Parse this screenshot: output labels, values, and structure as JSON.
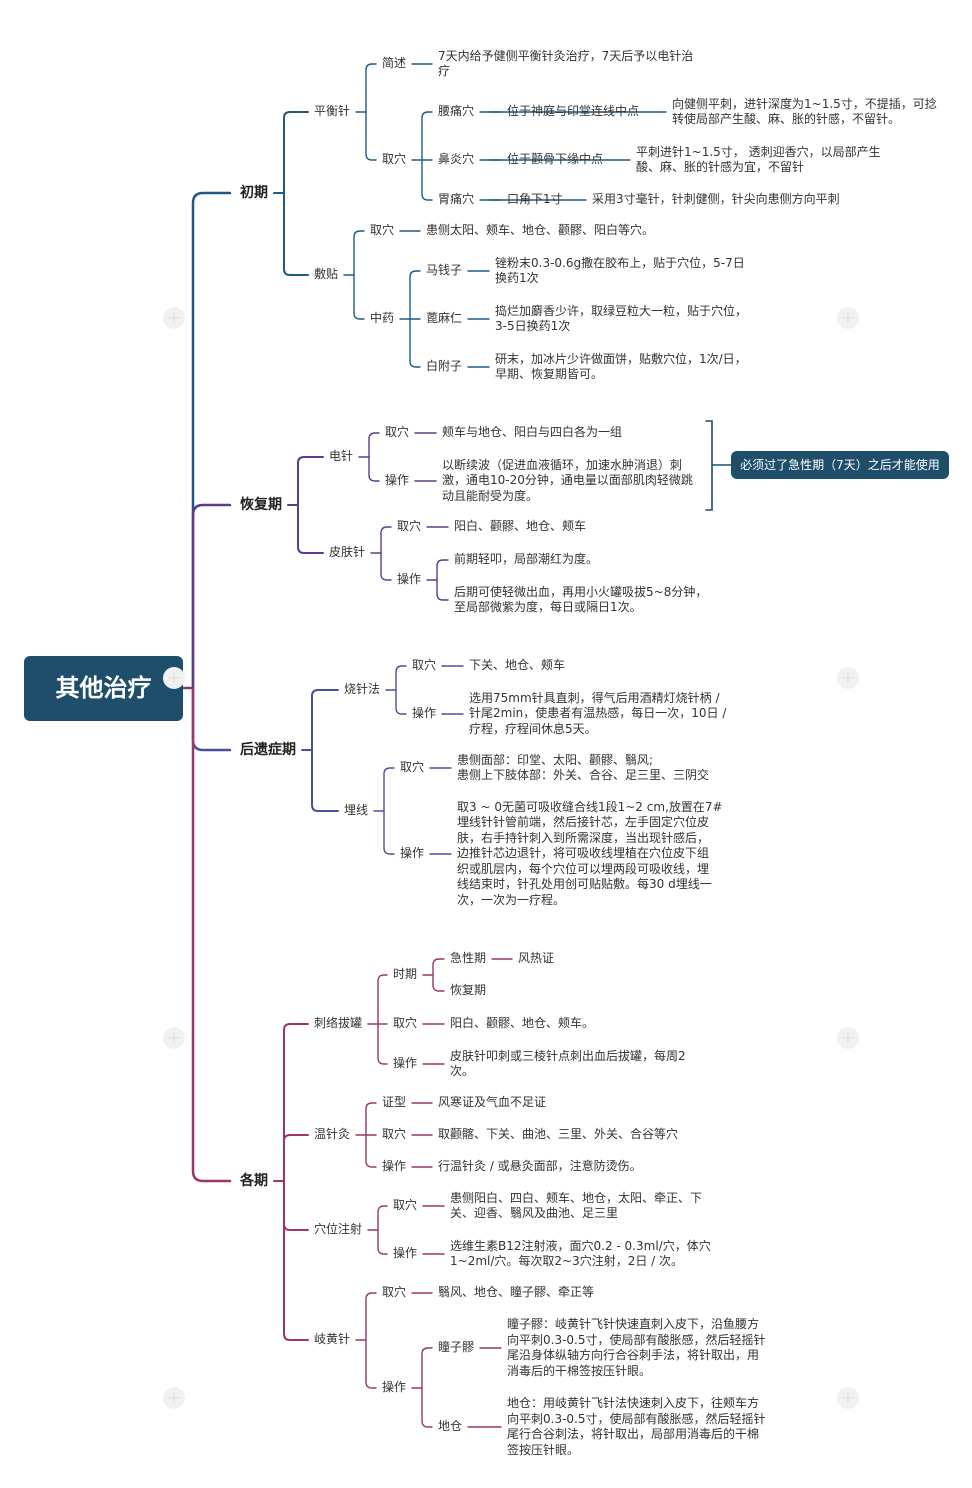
{
  "root": "其他治疗",
  "note": "必须过了急性期（7天）之后才能使用",
  "nodes": {
    "p1": "初期",
    "p1_a": "平衡针",
    "p1_a_1": "简述",
    "p1_a_1_t": "7天内给予健侧平衡针灸治疗，7天后予以电针治\n疗",
    "p1_a_2": "取穴",
    "p1_a_2_1": "腰痛穴",
    "p1_a_2_1_a": "位于神庭与印堂连线中点",
    "p1_a_2_1_b": "向健侧平刺，进针深度为1~1.5寸，不提插，可捻\n转使局部产生酸、麻、胀的针感，不留针。",
    "p1_a_2_2": "鼻炎穴",
    "p1_a_2_2_a": "位于颧骨下缘中点",
    "p1_a_2_2_b": "平刺进针1~1.5寸， 透刺迎香穴，以局部产生\n酸、麻、胀的针感为宜，不留针",
    "p1_a_2_3": "胃痛穴",
    "p1_a_2_3_a": "口角下1寸",
    "p1_a_2_3_b": "采用3寸毫针，针刺健侧，针尖向患侧方向平刺",
    "p1_b": "敷贴",
    "p1_b_1": "取穴",
    "p1_b_1_t": "患侧太阳、颊车、地仓、颧髎、阳白等穴。",
    "p1_b_2": "中药",
    "p1_b_2_1": "马钱子",
    "p1_b_2_1_t": "锉粉末0.3-0.6g撒在胶布上，贴于穴位，5-7日\n换药1次",
    "p1_b_2_2": "蓖麻仁",
    "p1_b_2_2_t": "捣烂加麝香少许，取绿豆粒大一粒，贴于穴位，\n3-5日换药1次",
    "p1_b_2_3": "白附子",
    "p1_b_2_3_t": "研末，加冰片少许做面饼，贴敷穴位，1次/日，\n早期、恢复期皆可。",
    "p2": "恢复期",
    "p2_a": "电针",
    "p2_a_1": "取穴",
    "p2_a_1_t": "颊车与地仓、阳白与四白各为一组",
    "p2_a_2": "操作",
    "p2_a_2_t": "以断续波（促进血液循环，加速水肿消退）刺\n激，通电10-20分钟，通电量以面部肌肉轻微跳\n动且能耐受为度。",
    "p2_b": "皮肤针",
    "p2_b_1": "取穴",
    "p2_b_1_t": "阳白、颧髎、地仓、颊车",
    "p2_b_2": "操作",
    "p2_b_2_1": "前期轻叩，局部潮红为度。",
    "p2_b_2_2": "后期可使轻微出血，再用小火罐吸拔5~8分钟，\n至局部微紫为度，每日或隔日1次。",
    "p3": "后遗症期",
    "p3_a": "烧针法",
    "p3_a_1": "取穴",
    "p3_a_1_t": "下关、地仓、颊车",
    "p3_a_2": "操作",
    "p3_a_2_t": "选用75mm针具直刺，得气后用酒精灯烧针柄 /\n针尾2min，使患者有温热感，每日一次，10日 /\n疗程，疗程间休息5天。",
    "p3_b": "埋线",
    "p3_b_1": "取穴",
    "p3_b_1_t": "患侧面部：印堂、太阳、颧髎、翳风;\n患侧上下肢体部：外关、合谷、足三里、三阴交",
    "p3_b_2": "操作",
    "p3_b_2_t": "取3 ~ 0无菌可吸收缝合线1段1~2 cm,放置在7#\n埋线针针管前端，然后接针芯，左手固定穴位皮\n肤，右手持针刺入到所需深度，当出现针感后，\n边推针芯边退针，将可吸收线埋植在穴位皮下组\n织或肌层内，每个穴位可以埋两段可吸收线，埋\n线结束时，针孔处用创可贴贴敷。每30 d埋线一\n次，一次为一疗程。",
    "p4": "各期",
    "p4_a": "刺络拔罐",
    "p4_a_1": "时期",
    "p4_a_1_1": "急性期",
    "p4_a_1_1_t": "风热证",
    "p4_a_1_2": "恢复期",
    "p4_a_2": "取穴",
    "p4_a_2_t": "阳白、颧髎、地仓、颊车。",
    "p4_a_3": "操作",
    "p4_a_3_t": "皮肤针叩刺或三棱针点刺出血后拔罐，每周2\n次。",
    "p4_b": "温针灸",
    "p4_b_1": "证型",
    "p4_b_1_t": "风寒证及气血不足证",
    "p4_b_2": "取穴",
    "p4_b_2_t": "取颧髂、下关、曲池、三里、外关、合谷等穴",
    "p4_b_3": "操作",
    "p4_b_3_t": "行温针灸 / 或悬灸面部，注意防烫伤。",
    "p4_c": "穴位注射",
    "p4_c_1": "取穴",
    "p4_c_1_t": "患侧阳白、四白、颊车、地仓，太阳、牵正、下\n关、迎香、翳风及曲池、足三里",
    "p4_c_2": "操作",
    "p4_c_2_t": "选维生素B12注射液，面穴0.2 - 0.3ml/穴，体穴\n1~2ml/穴。每次取2~3穴注射，2日 / 次。",
    "p4_d": "岐黄针",
    "p4_d_1": "取穴",
    "p4_d_1_t": "翳风、地仓、瞳子髎、牵正等",
    "p4_d_2": "操作",
    "p4_d_2_1": "瞳子髎",
    "p4_d_2_1_t": "瞳子髎：岐黄针飞针快速直刺入皮下，沿鱼腰方\n向平刺0.3-0.5寸，使局部有酸胀感，然后轻摇针\n尾沿身体纵轴方向行合谷刺手法，将针取出，用\n消毒后的干棉签按压针眼。",
    "p4_d_2_2": "地仓",
    "p4_d_2_2_t": "地仓：用岐黄针飞针法快速刺入皮下，往颊车方\n向平刺0.3-0.5寸，使局部有酸胀感，然后轻摇针\n尾行合谷刺法，将针取出，局部用消毒后的干棉\n签按压针眼。"
  },
  "colors": {
    "branch1": "#1e5a82",
    "branch2": "#5b3c88",
    "branch3": "#4a4f9b",
    "branch4": "#9a3668",
    "root_bg": "#1e4e6a",
    "note_bg": "#1f4e6b"
  },
  "watermark_icon": "xmind-watermark-icon"
}
